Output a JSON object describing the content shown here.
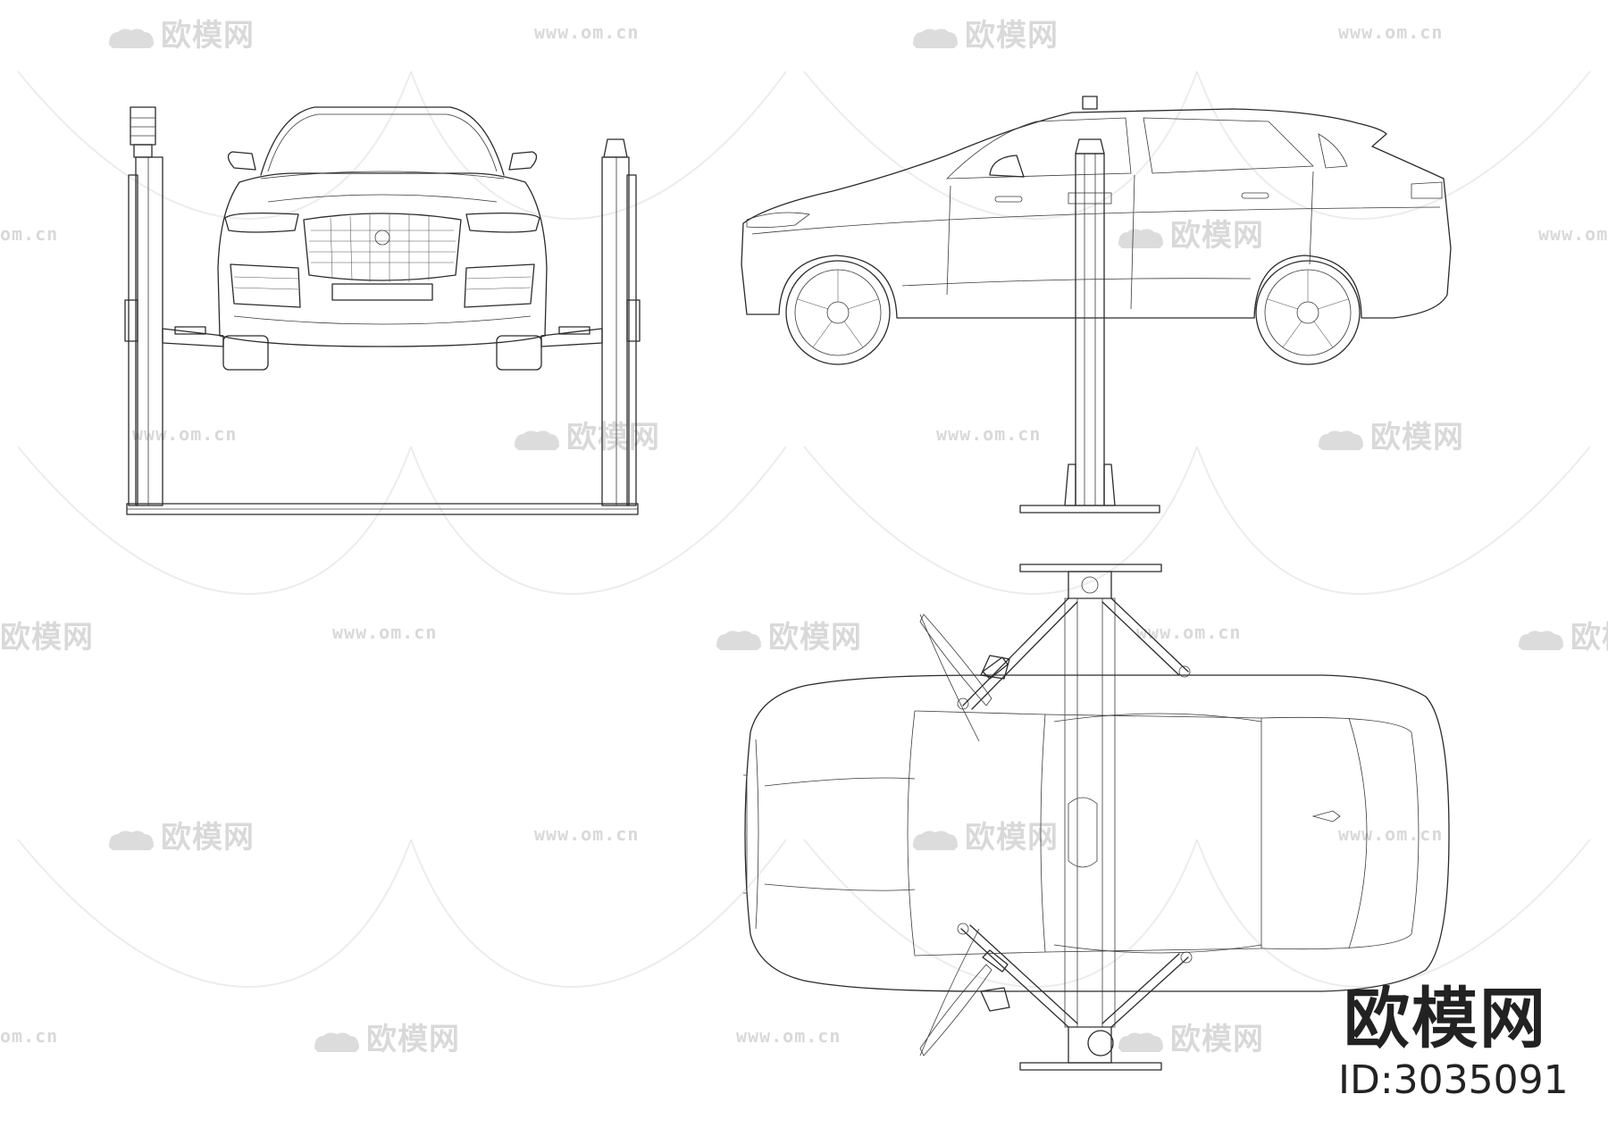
{
  "watermark": {
    "brand_text": "欧模网",
    "url_text": "www.om.cn",
    "url_short": "om.cn",
    "brand_partial": "欧模网"
  },
  "stamp": {
    "brand_text": "欧模网",
    "id_text": "ID:3035091"
  },
  "colors": {
    "background": "#ffffff",
    "line": "#2b2b2b",
    "watermark": "#d9d9d9"
  }
}
